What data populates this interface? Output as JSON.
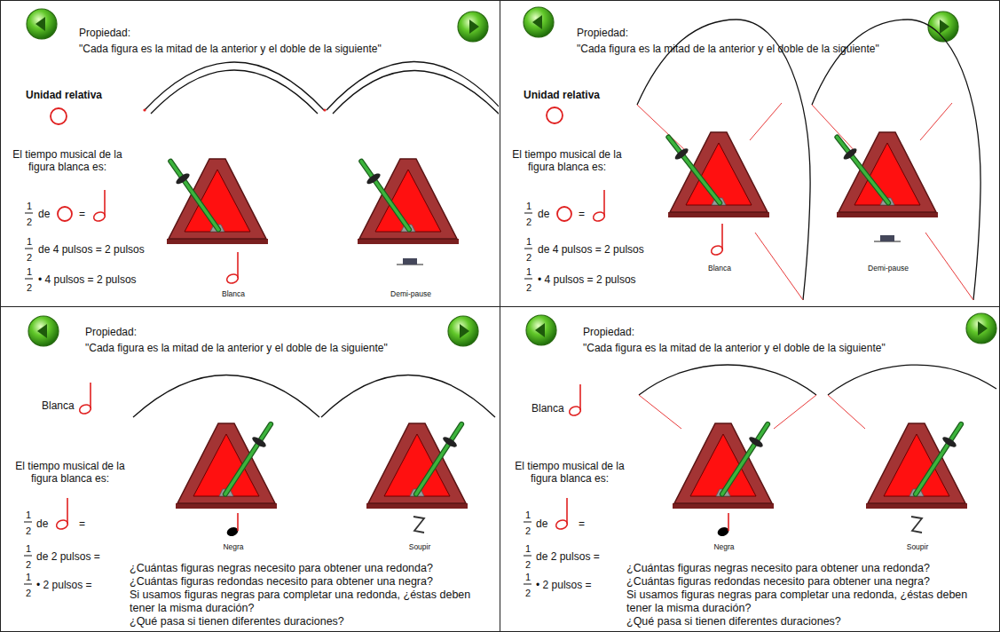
{
  "diagram": {
    "nodes": [
      {
        "text": [
          "Propiedad:",
          "\"Cada figura es la mitad de la anterior y el doble de la siguiente\"",
          "Unidad relativa",
          "El tiempo musical de la figura blanca es:",
          "1",
          "2",
          "de",
          "=",
          "1",
          "2",
          "de 4 pulsos = 2 pulsos",
          "1",
          "2",
          "• 4 pulsos = 2 pulsos",
          "Blanca",
          "Demi-pause"
        ]
      },
      {
        "text": [
          "Propiedad:",
          "\"Cada figura es la mitad de la anterior y el doble de la siguiente\"",
          "Unidad relativa",
          "El tiempo musical de la figura blanca es:",
          "1",
          "2",
          "de",
          "=",
          "1",
          "2",
          "de 4 pulsos = 2 pulsos",
          "1",
          "2",
          "• 4 pulsos = 2 pulsos",
          "Blanca",
          "Demi-pause"
        ]
      },
      {
        "text": [
          "Propiedad:",
          "\"Cada figura es la mitad de la anterior y el doble de la siguiente\"",
          "Blanca",
          "El tiempo musical de la figura blanca es:",
          "1",
          "2",
          "de",
          "=",
          "1",
          "2",
          "de 2 pulsos =",
          "1",
          "2",
          "• 2 pulsos =",
          "Negra",
          "Soupir",
          "¿Cuántas figuras negras necesito para obtener una redonda?",
          "¿Cuántas figuras redondas necesito para obtener una negra?",
          "Si usamos figuras negras para completar una redonda, ¿éstas deben tener la misma duración?",
          "¿Qué pasa si tienen diferentes duraciones?"
        ]
      },
      {
        "text": [
          "Propiedad:",
          "\"Cada figura es la mitad de la anterior y el doble de la siguiente\"",
          "Blanca",
          "El tiempo musical de la figura blanca es:",
          "1",
          "2",
          "de",
          "=",
          "1",
          "2",
          "de 2 pulsos =",
          "1",
          "2",
          "• 2 pulsos =",
          "Negra",
          "Soupir",
          "¿Cuántas figuras negras necesito para obtener una redonda?",
          "¿Cuántas figuras redondas necesito para obtener una negra?",
          "Si usamos figuras negras para completar una redonda, ¿éstas deben tener la misma duración?",
          "¿Qué pasa si tienen diferentes duraciones?"
        ]
      }
    ]
  }
}
